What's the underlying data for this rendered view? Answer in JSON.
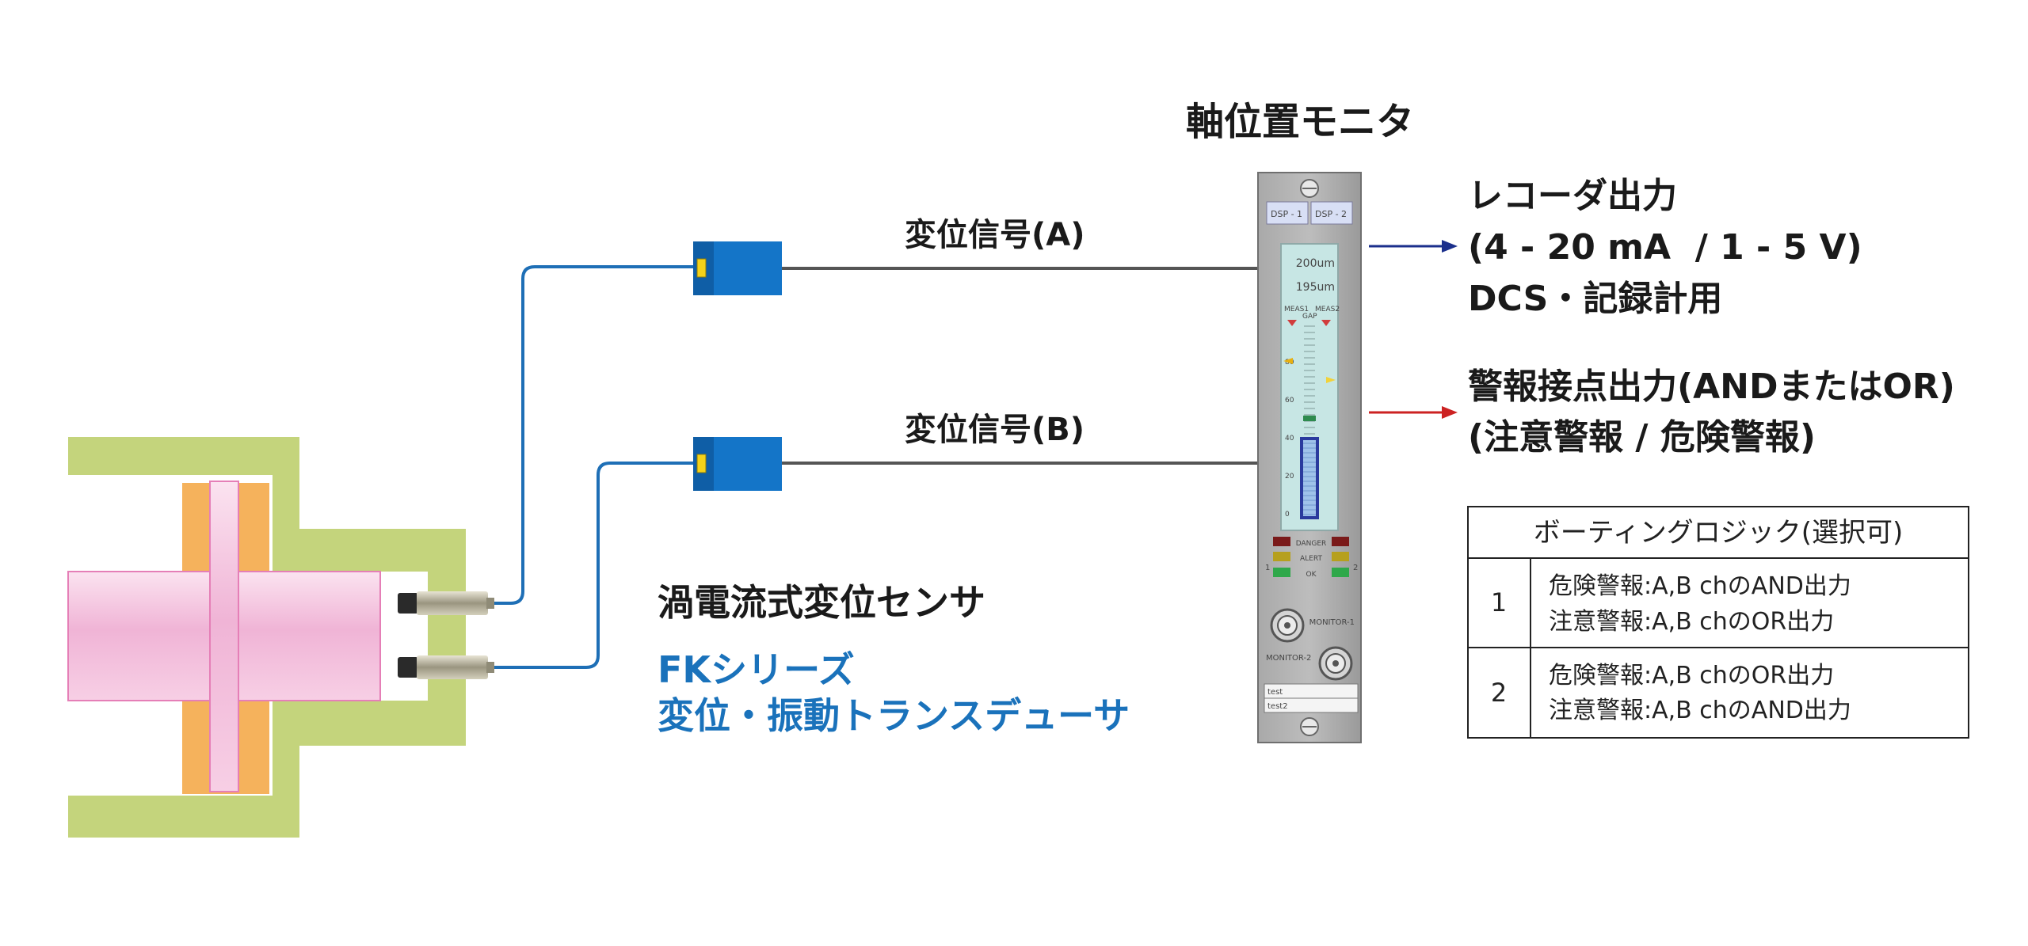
{
  "monitor": {
    "title": "軸位置モニタ",
    "dsp1": "DSP - 1",
    "dsp2": "DSP - 2",
    "readout1": "200um",
    "readout2": "195um",
    "meas1": "MEAS1",
    "meas2": "MEAS2",
    "gap": "GAP",
    "scale_ticks": [
      "80",
      "60",
      "40",
      "20",
      "0"
    ],
    "danger": "DANGER",
    "alert": "ALERT",
    "ok": "OK",
    "ch1": "1",
    "ch2": "2",
    "monitor1": "MONITOR-1",
    "monitor2": "MONITOR-2",
    "tag1": "test",
    "tag2": "test2"
  },
  "signals": {
    "a": "変位信号(A)",
    "b": "変位信号(B)"
  },
  "sensor": {
    "name": "渦電流式変位センサ",
    "series": "FKシリーズ",
    "desc": "変位・振動トランスデューサ"
  },
  "outputs": {
    "recorder_title": "レコーダ出力",
    "recorder_range": "(4 - 20 mA  / 1 - 5 V)",
    "recorder_use": "DCS・記録計用",
    "alarm_title": "警報接点出力(ANDまたはOR)",
    "alarm_sub": "(注意警報 / 危険警報)"
  },
  "voting_table": {
    "header": "ボーティングロジック(選択可)",
    "rows": [
      {
        "no": "1",
        "line1": "危険警報:A,B chのAND出力",
        "line2": "注意警報:A,B chのOR出力"
      },
      {
        "no": "2",
        "line1": "危険警報:A,B chのOR出力",
        "line2": "注意警報:A,B chのAND出力"
      }
    ]
  },
  "colors": {
    "housing": "#c4d47c",
    "bearing": "#f5b25c",
    "shaft": "#f3b9d9",
    "sensor_blue": "#1475c8",
    "cable": "#1e6fb6",
    "signal_line": "#555555",
    "arrow_blue": "#1b2f8c",
    "arrow_red": "#cc2222",
    "text_blue": "#1a72bb"
  }
}
